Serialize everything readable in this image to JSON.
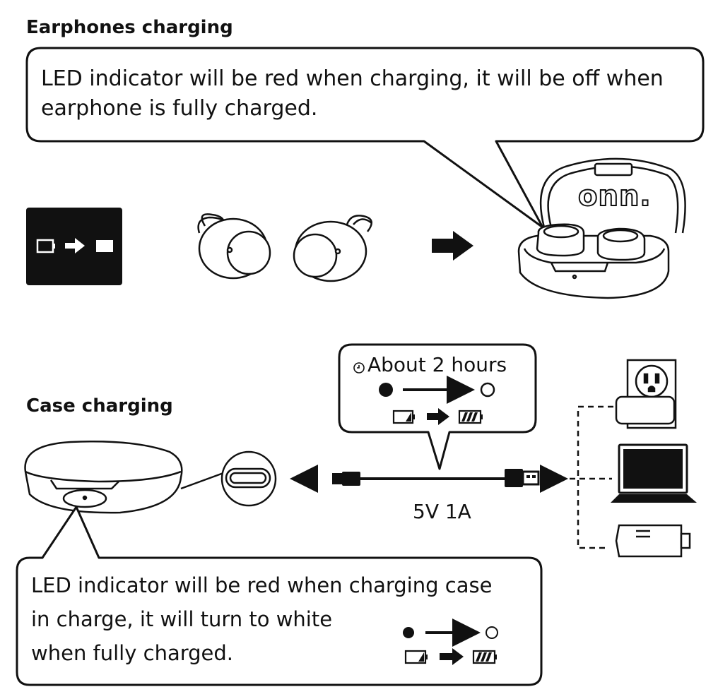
{
  "earphones": {
    "heading": "Earphones charging",
    "callout_lines": [
      "LED indicator will be red when charging, it will be off when",
      "earphone is fully charged."
    ],
    "case_logo": "onn."
  },
  "case": {
    "heading": "Case charging",
    "time_label": "About 2 hours",
    "spec": "5V 1A",
    "callout_lines": [
      "LED indicator will be red when charging case",
      "in charge, it will turn to white",
      "when fully charged."
    ]
  },
  "icons": {
    "battery_badge": [
      "battery-empty-icon",
      "arrow-right-icon",
      "battery-full-icon"
    ],
    "charging_arrow": "bold-arrow-right-icon",
    "clock": "clock-icon",
    "led_transition": [
      "led-filled-icon",
      "arrow-right-icon",
      "led-hollow-icon"
    ],
    "battery_transition": [
      "battery-low-icon",
      "arrow-right-icon",
      "battery-full-icon"
    ],
    "power_sources": [
      "wall-outlet-icon",
      "laptop-icon",
      "car-charger-icon"
    ]
  },
  "colors": {
    "ink": "#111111",
    "paper": "#ffffff"
  }
}
